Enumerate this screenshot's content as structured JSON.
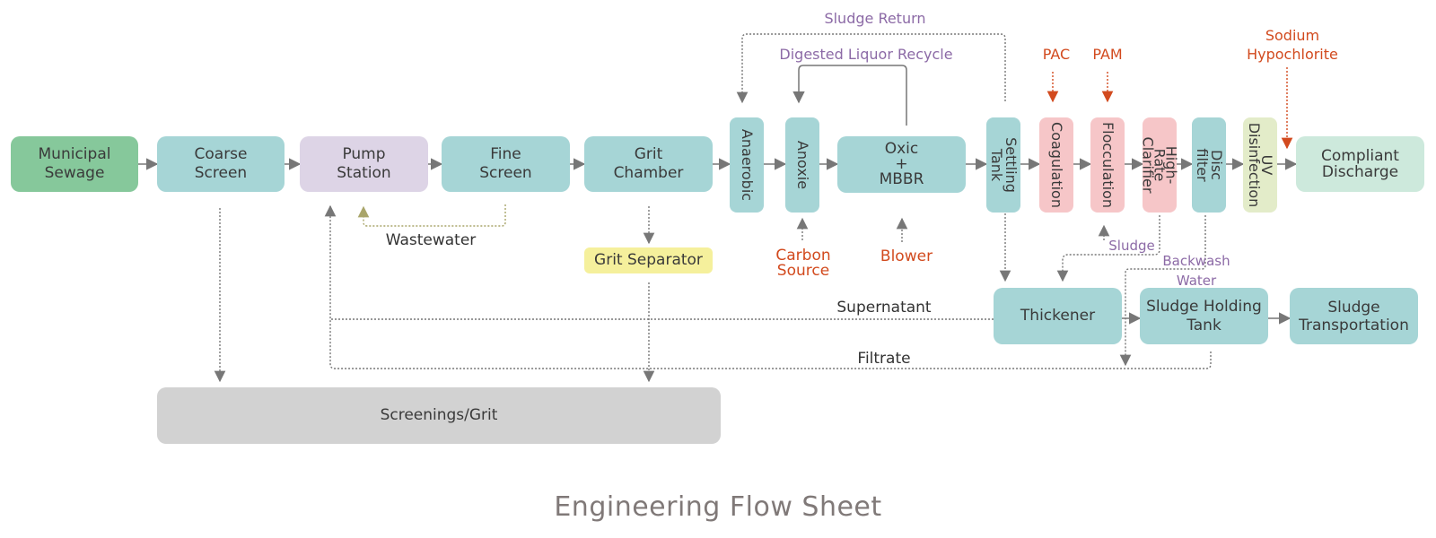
{
  "title": "Engineering Flow Sheet",
  "colors": {
    "process": "#a6d5d6",
    "source": "#86c89b",
    "pump": "#ddd4e6",
    "chemical_stage": "#f6c6c8",
    "uv": "#e3ecc9",
    "discharge": "#cde9dc",
    "separator": "#f5f09c",
    "waste": "#d2d2d2",
    "flow_arrow": "#777777",
    "recycle_label": "#8c6aa6",
    "dosing": "#d24a1e",
    "wastewater_return": "#a9a56a"
  },
  "nodes": {
    "municipal_sewage": "Municipal\nSewage",
    "coarse_screen": "Coarse\nScreen",
    "pump_station": "Pump\nStation",
    "fine_screen": "Fine\nScreen",
    "grit_chamber": "Grit\nChamber",
    "anaerobic": "Anaerobic",
    "anoxic": "Anoxie",
    "oxic_mbbr": "Oxic\n+\nMBBR",
    "settling_tank": "Settling\nTank",
    "coagulation": "Coagulation",
    "flocculation": "Flocculation",
    "high_rate_clarifier": "High-Rate\nClarifier",
    "disc_filter": "Disc filter",
    "uv_disinfection": "UV\nDisinfection",
    "compliant_discharge": "Compliant\nDischarge",
    "grit_separator": "Grit Separator",
    "thickener": "Thickener",
    "sludge_holding_tank": "Sludge Holding\nTank",
    "sludge_transportation": "Sludge\nTransportation",
    "screenings_grit": "Screenings/Grit"
  },
  "flow_labels": {
    "sludge_return": "Sludge Return",
    "digested_liquor_recycle": "Digested Liquor Recycle",
    "wastewater": "Wastewater",
    "supernatant": "Supernatant",
    "filtrate": "Filtrate",
    "sludge": "Sludge",
    "backwash_water": "Backwash\nWater"
  },
  "dosing": {
    "pac": "PAC",
    "pam": "PAM",
    "sodium_hypochlorite": "Sodium\nHypochlorite",
    "carbon_source": "Carbon\nSource",
    "blower": "Blower"
  }
}
